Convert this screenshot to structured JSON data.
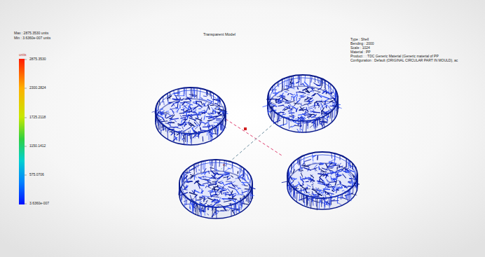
{
  "diagram": {
    "title": "Transparent Model",
    "labels": [
      "Max : 2875.3530 units",
      "Min : 3.6360e-007 units",
      "units",
      "2875.3530",
      "2300.2824",
      "1725.2118",
      "1150.1412",
      "575.0706",
      "3.6360e-007",
      "Type : Shell",
      "Bending : 2000",
      "Scale : 1024",
      "Material : PP",
      "Product : : TDC Generic Material (Generic material of PP",
      "Configuration : Default (ORIGINAL CIRCULAR PART IN MOULD), ac"
    ]
  }
}
